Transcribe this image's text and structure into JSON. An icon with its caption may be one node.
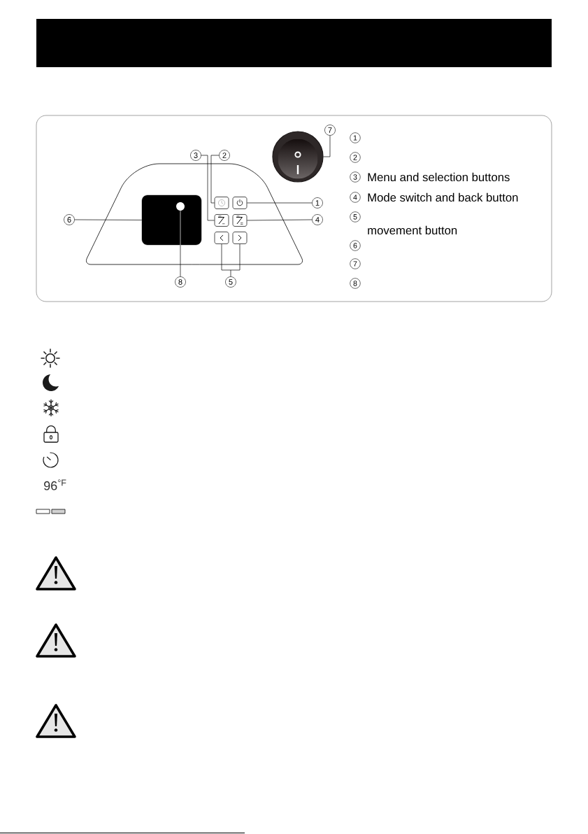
{
  "diagram": {
    "nodes": [
      {
        "text": [],
        "shape": "bar"
      },
      {
        "text": [
          "7"
        ]
      },
      {
        "text": [],
        "shape": "picture"
      },
      {
        "text": [
          "3"
        ]
      },
      {
        "text": [
          "2"
        ]
      },
      {
        "text": [],
        "shape": "box"
      },
      {
        "text": [],
        "shape": "box"
      },
      {
        "text": [
          "1"
        ]
      },
      {
        "text": [
          "6"
        ]
      },
      {
        "text": [],
        "shape": "box"
      },
      {
        "text": [],
        "shape": "circle",
        "in": 9
      },
      {
        "text": [],
        "shape": "box"
      },
      {
        "text": [],
        "shape": "box"
      },
      {
        "text": [
          "4"
        ]
      },
      {
        "text": [],
        "shape": "box"
      },
      {
        "text": [],
        "shape": "box"
      },
      {
        "text": [
          "8"
        ]
      },
      {
        "text": [
          "5"
        ]
      },
      {
        "text": [
          "1"
        ]
      },
      {
        "text": [
          "2"
        ]
      },
      {
        "text": [
          "3"
        ],
        "beside": [
          "Menu and selection buttons"
        ]
      },
      {
        "text": [
          "4"
        ],
        "beside": [
          "Mode switch and back button"
        ]
      },
      {
        "text": [
          "5"
        ],
        "beside": [
          "movement button"
        ]
      },
      {
        "text": [
          "6"
        ]
      },
      {
        "text": [
          "7"
        ]
      },
      {
        "text": [
          "8"
        ]
      }
    ],
    "edges": [
      {
        "from": 1,
        "to": 2,
        "arrow": "none"
      },
      {
        "from": 3,
        "to": 11,
        "arrow": "none"
      },
      {
        "from": 4,
        "to": 5,
        "arrow": "none"
      },
      {
        "from": 7,
        "to": 6,
        "arrow": "none"
      },
      {
        "from": 8,
        "to": 9,
        "arrow": "none"
      },
      {
        "from": 13,
        "to": 12,
        "arrow": "none"
      },
      {
        "from": 16,
        "to": 10,
        "arrow": "none"
      },
      {
        "from": 17,
        "to": 14,
        "arrow": "none"
      },
      {
        "from": 17,
        "to": 15,
        "arrow": "none"
      }
    ],
    "labels": [
      "96$^{°F}$"
    ]
  }
}
